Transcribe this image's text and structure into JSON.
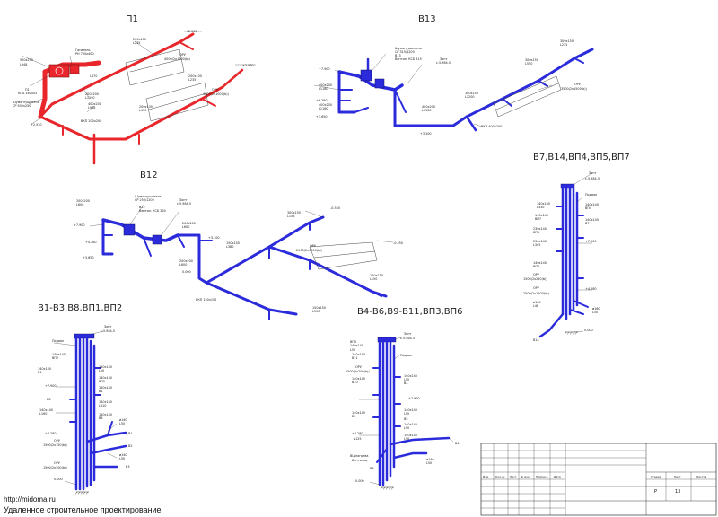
{
  "footer": {
    "url": "http://midoma.ru",
    "caption": "Удаленное строительное проектирование"
  },
  "schemes": [
    {
      "id": "p1",
      "title": "П1",
      "color": "#e8262b",
      "labels": [
        "500x250",
        "L948",
        "Гаситель",
        "РН 700x400",
        "L470",
        "П1",
        "КПА 1600x3",
        "Шумоглушитель",
        "СР 500x250",
        "200x200",
        "L1190",
        "400x200",
        "L948",
        "ВКП 200x200",
        "200x100",
        "L235",
        "ОРУ",
        "4000(2x1000(b))",
        "200x100",
        "L235",
        "200x100",
        "L470",
        "ОРУ",
        "4000(2x1000(b))",
        "+2.530",
        "+2.570",
        "+2.530"
      ]
    },
    {
      "id": "b13",
      "title": "В13",
      "color": "#2b2bdc",
      "labels": [
        "Шумоглушитель",
        "СР 315/1200",
        "В13",
        "Вентил. КСБ 315",
        "Зонт",
        "с.5.984-5",
        "+7.900",
        "400x200",
        "L1180",
        "+6.280",
        "400x200",
        "L1180",
        "400x200",
        "L1180",
        "+3.650",
        "300x150",
        "L1200",
        "300x150",
        "L550",
        "300x150",
        "L235",
        "ОРУ",
        "3500(2x1500(b))",
        "ВКП 400x200",
        "+3.100"
      ]
    },
    {
      "id": "b12",
      "title": "В12",
      "color": "#2b2bdc",
      "labels": [
        "Шумоглушитель",
        "СР 250/1200",
        "В12",
        "Вентил. КСБ 250",
        "Зонт",
        "с.5.984-5",
        "200x200",
        "L600",
        "+7.900",
        "+4.280",
        "+3.650",
        "200x200",
        "L600",
        "200x200",
        "L600",
        "300x150",
        "L158",
        "150x150",
        "L380",
        "ОРУ",
        "2900(2x1000(b))",
        "ВКП 150x150",
        "150x150",
        "L150",
        "150x150",
        "L150",
        "0.000",
        "-0.550",
        "-0.550",
        "+3.100"
      ]
    },
    {
      "id": "b7",
      "title": "В7,В14,ВП4,ВП5,ВП7",
      "color": "#2b2bdc",
      "labels": [
        "Зонт",
        "с.5.984-5",
        "Подвал",
        "140x140",
        "L330",
        "140x140",
        "ВП4",
        "140x140",
        "ВП7",
        "140x140",
        "В7",
        "230x140",
        "ВП5",
        "230x140",
        "L345",
        "140x140",
        "ВП4",
        "ОРУ",
        "1500(2x250(b))",
        "ОРУ",
        "2500(2x1500(b))",
        "ø160",
        "L48",
        "+7.900",
        "+4.280",
        "ø160",
        "L50",
        "0.000",
        "В14"
      ]
    },
    {
      "id": "b1",
      "title": "В1-В3,В8,ВП1,ВП2",
      "color": "#2b2bdc",
      "labels": [
        "Зонт",
        "с.5.984-5",
        "Подвал",
        "140x140",
        "ВП2",
        "140x140",
        "L50",
        "140x140",
        "В1",
        "140x140",
        "ВП1",
        "140x140",
        "В2",
        "140x140",
        "L310",
        "140x140",
        "L160",
        "140x140",
        "В3",
        "+7.900",
        "В8",
        "+4.280",
        "ø140",
        "L50",
        "ОРУ",
        "1500(2x150(b))",
        "ОРУ",
        "1500(2x300(b))",
        "ø140",
        "L50",
        "В1",
        "В2",
        "В3",
        "0.000"
      ]
    },
    {
      "id": "b4",
      "title": "В4-В6,В9-В11,ВП3,ВП6",
      "color": "#2b2bdc",
      "labels": [
        "Зонт",
        "с.5.984-5",
        "ВП6",
        "140x140",
        "L50",
        "140x140",
        "В11",
        "Подвал",
        "ОРУ",
        "1500(2x200(b))",
        "140x140",
        "В10",
        "140x140",
        "L50",
        "В4",
        "+7.900",
        "140x140",
        "В9",
        "140x140",
        "L50",
        "В5",
        "140x140",
        "L90",
        "+4.280",
        "ø125",
        "140x140",
        "L90",
        "ø140",
        "L50",
        "ВЦ нагрева",
        "Вентиляц",
        "В6",
        "В4",
        "0.000"
      ]
    }
  ],
  "stamp": {
    "columns": [
      "Изм.",
      "Кол.уч",
      "Лист",
      "№ док",
      "Подпись",
      "Дата"
    ],
    "stage_label": "Стадия",
    "sheet_label": "Лист",
    "sheets_label": "Листов",
    "stage_value": "Р",
    "sheet_value": "13"
  }
}
